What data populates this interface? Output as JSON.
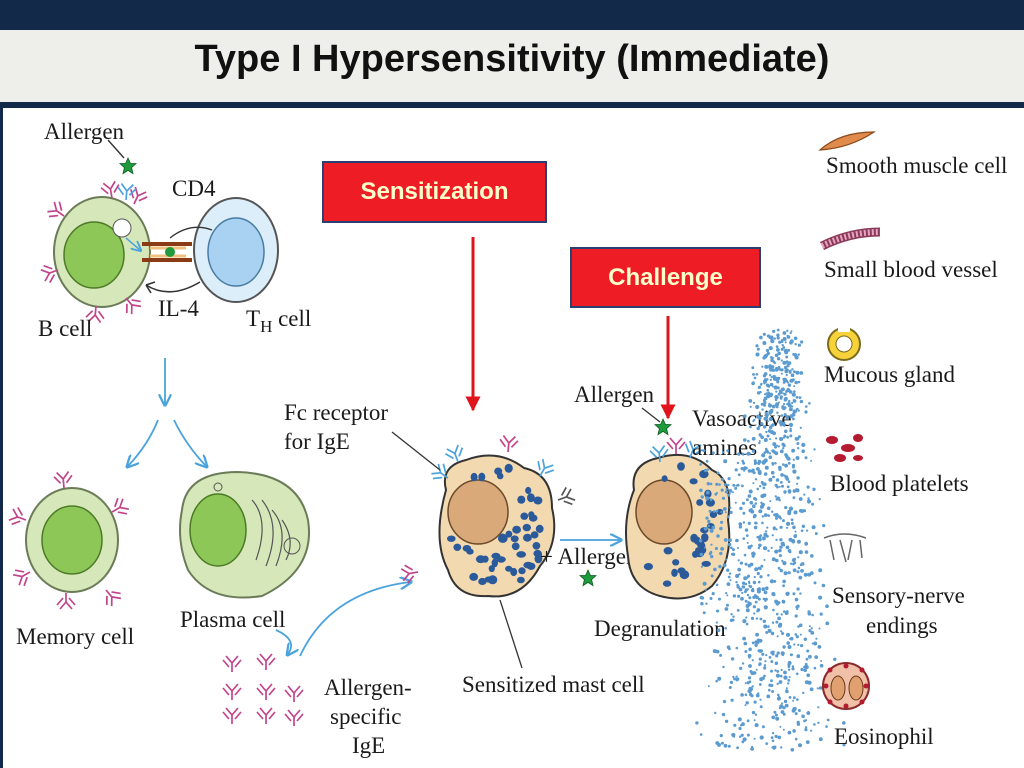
{
  "slide": {
    "title": "Type I Hypersensitivity (Immediate)",
    "colors": {
      "header_bar": "#13294a",
      "title_band": "#eeeeea",
      "callout_fill": "#ee1c24",
      "callout_text": "#ffffcc",
      "arrow": "#e0141c",
      "cell_flow_arrow": "#4aa3dd"
    }
  },
  "callouts": {
    "sensitization": "Sensitization",
    "challenge": "Challenge"
  },
  "labels": {
    "allergen_top": "Allergen",
    "cd4": "CD4",
    "il4": "IL-4",
    "b_cell": "B cell",
    "th_cell_main": "T",
    "th_cell_sub": "H",
    "th_cell_rest": " cell",
    "memory_cell": "Memory cell",
    "plasma_cell": "Plasma cell",
    "fc_receptor_line1": "Fc receptor",
    "fc_receptor_line2": "for IgE",
    "allergen_specific_1": "Allergen-",
    "allergen_specific_2": "specific",
    "allergen_specific_3": "IgE",
    "sensitized_mast_cell": "Sensitized mast cell",
    "plus_allergen": "+ Allergen",
    "allergen_right": "Allergen",
    "vasoactive_1": "Vasoactive",
    "vasoactive_2": "amines",
    "degranulation": "Degranulation"
  },
  "legend": {
    "items": [
      {
        "label": "Smooth muscle cell",
        "icon": "smooth-muscle-icon"
      },
      {
        "label": "Small blood vessel",
        "icon": "blood-vessel-icon"
      },
      {
        "label": "Mucous gland",
        "icon": "mucous-gland-icon"
      },
      {
        "label": "Blood platelets",
        "icon": "platelets-icon"
      },
      {
        "label": "Sensory-nerve",
        "label_line2": "endings",
        "icon": "nerve-endings-icon"
      },
      {
        "label": "Eosinophil",
        "icon": "eosinophil-icon"
      }
    ]
  }
}
